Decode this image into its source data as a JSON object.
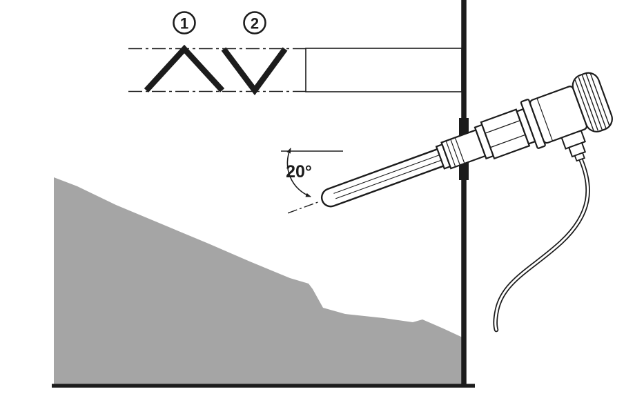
{
  "legend": {
    "callout_1": "1",
    "callout_2": "2"
  },
  "annotation": {
    "angle_label": "20°"
  },
  "icons": {
    "fork_up": "upward-chevron-fork-symbol",
    "fork_down": "downward-chevron-fork-symbol"
  },
  "colors": {
    "line": "#1c1c1c",
    "bulk_material": "#a5a5a5",
    "background": "#ffffff"
  }
}
